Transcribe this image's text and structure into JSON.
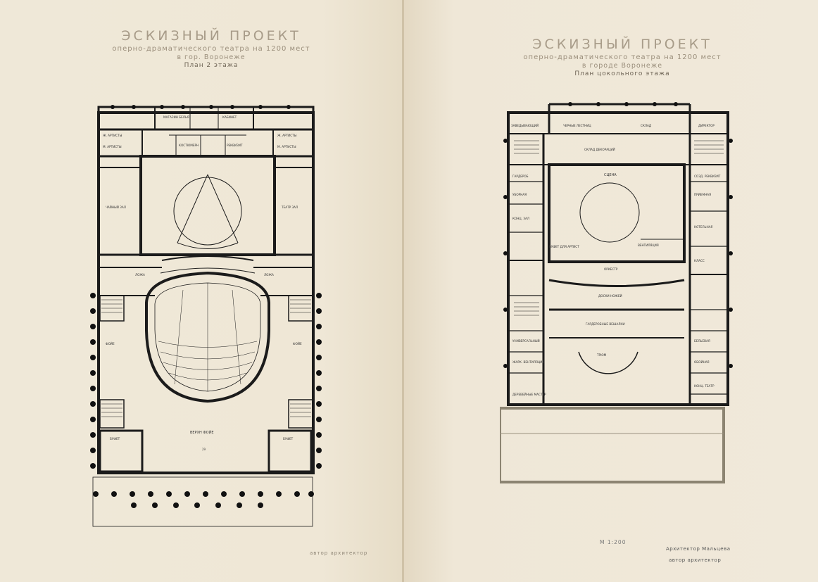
{
  "left_page": {
    "title": "ЭСКИЗНЫЙ ПРОЕКТ",
    "subtitle": "оперно-драматического театра на 1200 мест",
    "city": "в гор. Воронеже",
    "floor": "План 2 этажа",
    "labels": {
      "left_hall": "ЧАЙНЫЙ ЗАЛ",
      "right_hall": "ТЕАТР ЗАЛ",
      "foyer_left": "ФОЙЕ",
      "foyer_right": "ФОЙЕ",
      "upper_foyer": "ВЕРХН ФОЙЕ",
      "buffet_left": "БУФЕТ",
      "buffet_right": "БУФЕТ",
      "room_29": "29",
      "box_left": "ЛОЖА",
      "box_right": "ЛОЖА",
      "artists_1": "Ж. АРТИСТЫ",
      "artists_2": "М. АРТИСТЫ",
      "artists_3": "Ж. АРТИСТЫ",
      "artists_4": "М. АРТИСТЫ",
      "service_1": "МАГАЗИН БЕЛЬЯ",
      "service_2": "КОСТЮМЕРН",
      "service_3": "РЕКВИЗИТ",
      "service_4": "КАБИНЕТ"
    },
    "footnote": "автор архитектор"
  },
  "right_page": {
    "title": "ЭСКИЗНЫЙ ПРОЕКТ",
    "subtitle": "оперно-драматического театра на 1200 мест",
    "city": "в городе Воронеже",
    "floor": "План цокольного этажа",
    "labels": {
      "stage": "СЦЕНА",
      "orchestra": "ОРКЕСТР",
      "under_stage": "ТРЮМ",
      "parterre_foyer": "ДОСКИ НОЖЕЙ",
      "cloak": "ГАРДЕРОБНЫЕ ВЕШАЛКИ",
      "wardrobe_left": "ГАРДЕРОБ",
      "wardrobe_right": "СОЗД. РЕКВИЗИТ",
      "ventilation": "ВЕНТИЛЯЦИЯ",
      "store_1": "СКЛАД ДЕКОРАЦИЙ",
      "store_2": "СКЛАД",
      "store_3": "ЧЕРНЫЕ ЛЕСТНИЦ",
      "room_a": "ЗАВЕДЫВАЮЩИЙ",
      "room_b": "ДИРЕКТОР",
      "room_c": "УБОРНАЯ",
      "room_d": "КОНЦ. ЗАЛ",
      "room_e": "ПРИЕМНАЯ",
      "room_f": "КОТЕЛЬНАЯ",
      "room_g": "КЛАСС",
      "room_h": "УНИВЕРСАЛЬНЫЙ",
      "room_i": "ЖАРК. ВЕНТИЛЯЦИЯ",
      "room_j": "БУФЕТ ДЛЯ АРТИСТ",
      "room_k": "БЕЛЬЕВАЯ",
      "room_l": "ДЕРЕВЕЙНЫЕ МАСТЕР",
      "room_m": "ОБОЙНАЯ",
      "room_n": "КОНЦ. ТЕАТР"
    },
    "scale": "М 1:200",
    "signature_1": "Архитектор Мальцева",
    "signature_2": "автор архитектор"
  },
  "colors": {
    "paper": "#efe7d6",
    "ink": "#1b1b1b",
    "title_ink": "#a89c89"
  }
}
